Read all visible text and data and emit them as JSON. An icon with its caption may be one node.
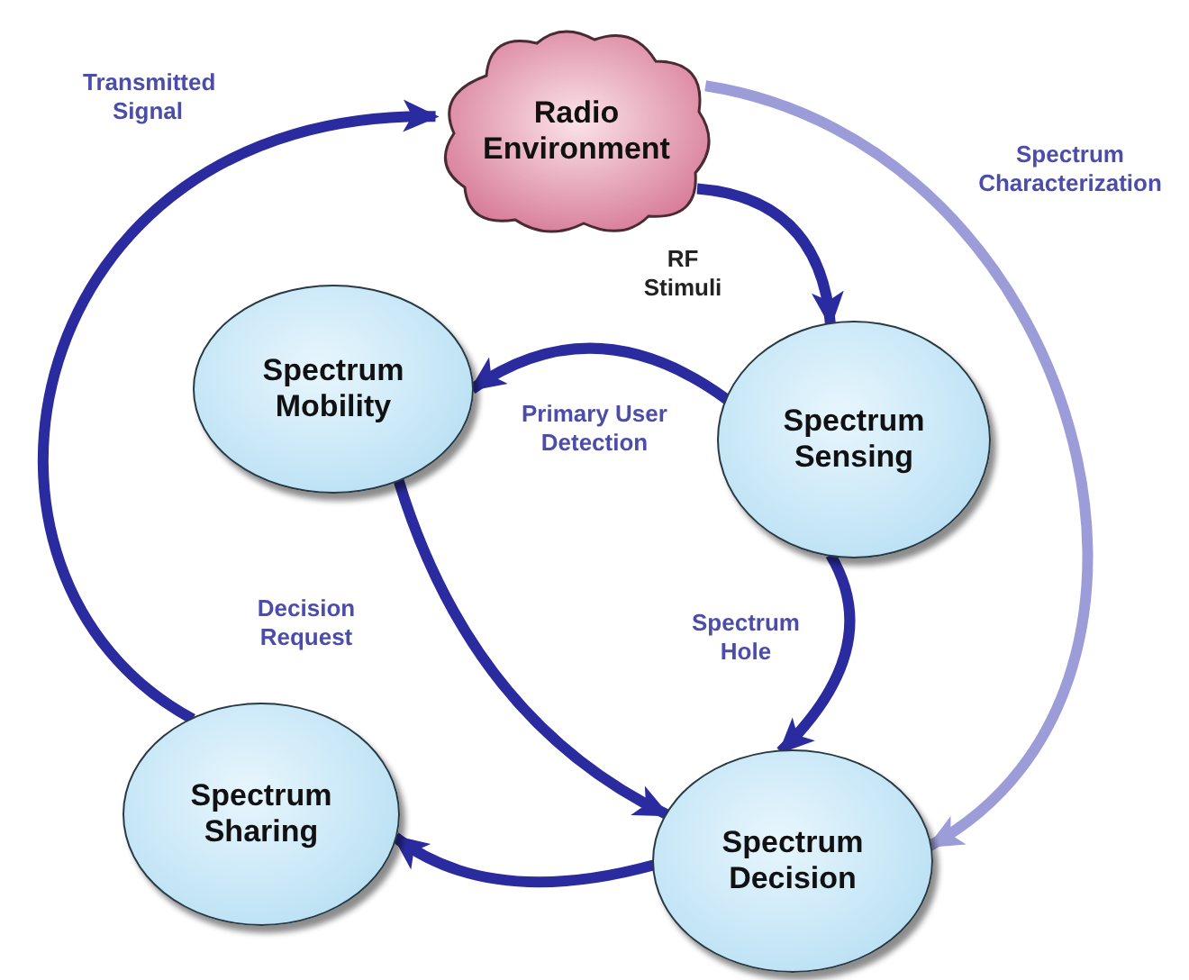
{
  "diagram": {
    "nodes": [
      {
        "text": [
          "Radio Environment"
        ]
      },
      {
        "text": [
          "Spectrum Mobility"
        ]
      },
      {
        "text": [
          "Spectrum Sensing"
        ]
      },
      {
        "text": [
          "Spectrum Sharing"
        ]
      },
      {
        "text": [
          "Spectrum Decision"
        ]
      }
    ],
    "edges": [
      {
        "from": 0,
        "to": 2,
        "arrow": "to",
        "label": "RF Stimuli"
      },
      {
        "from": 2,
        "to": 1,
        "arrow": "to",
        "label": "Primary User Detection"
      },
      {
        "from": 2,
        "to": 4,
        "arrow": "to",
        "label": "Spectrum Hole"
      },
      {
        "from": 1,
        "to": 4,
        "arrow": "to",
        "label": "Decision Request"
      },
      {
        "from": 4,
        "to": 3,
        "arrow": "to"
      },
      {
        "from": 3,
        "to": 0,
        "arrow": "to",
        "label": "Transmitted Signal"
      },
      {
        "from": 0,
        "to": 4,
        "arrow": "to",
        "label": "Spectrum Characterization",
        "color": "#9c9cd8"
      }
    ]
  }
}
